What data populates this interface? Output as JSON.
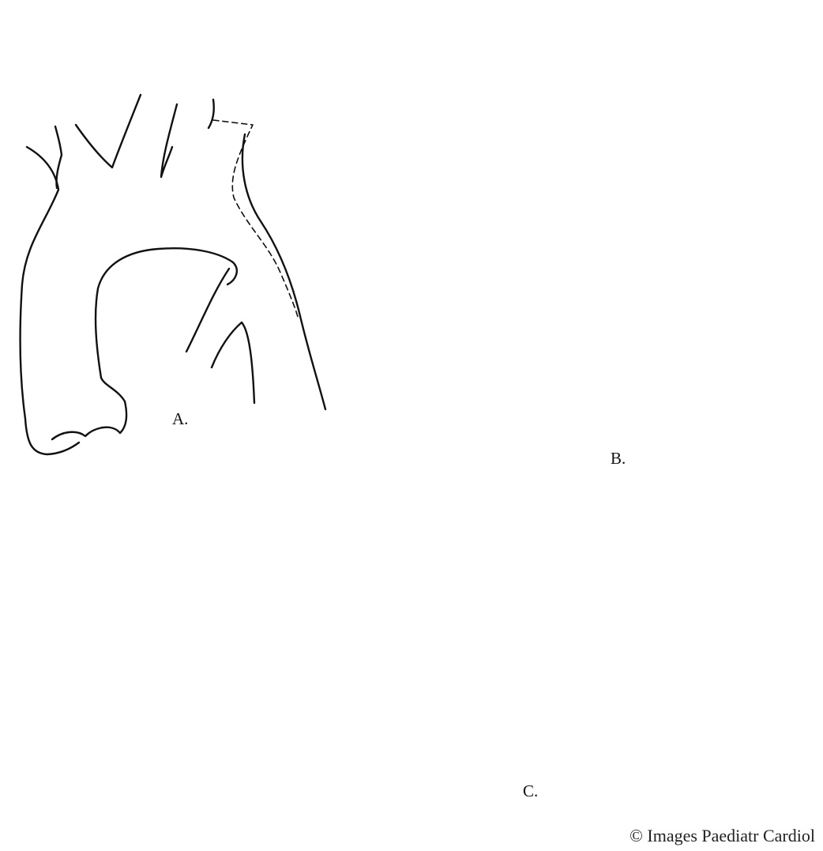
{
  "figure": {
    "panels": [
      {
        "label": "A."
      },
      {
        "label": "B."
      },
      {
        "label": "C."
      }
    ],
    "copyright": "© Images Paediatr Cardiol"
  }
}
